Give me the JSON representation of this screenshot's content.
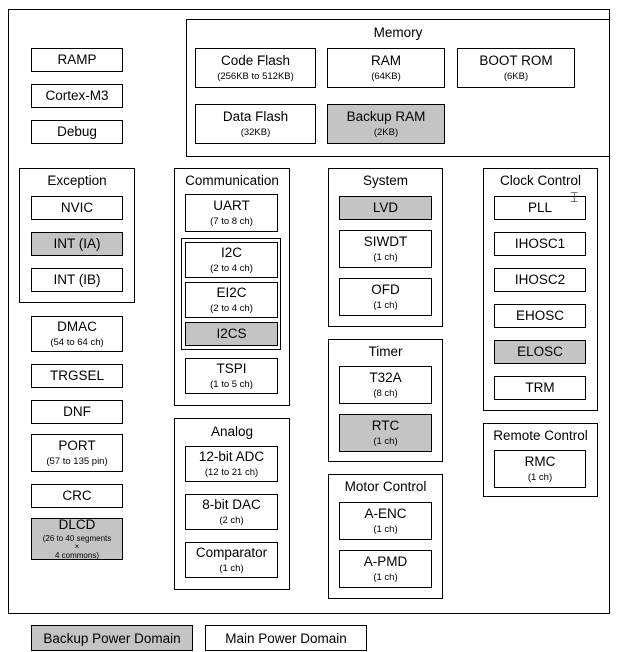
{
  "memory": {
    "title": "Memory",
    "code_flash": {
      "name": "Code Flash",
      "sub": "(256KB to 512KB)"
    },
    "ram": {
      "name": "RAM",
      "sub": "(64KB)"
    },
    "boot_rom": {
      "name": "BOOT ROM",
      "sub": "(6KB)"
    },
    "data_flash": {
      "name": "Data Flash",
      "sub": "(32KB)"
    },
    "backup_ram": {
      "name": "Backup RAM",
      "sub": "(2KB)"
    }
  },
  "core": {
    "ramp": "RAMP",
    "cortex": "Cortex-M3",
    "debug": "Debug"
  },
  "exception": {
    "title": "Exception",
    "nvic": "NVIC",
    "int_ia": "INT (IA)",
    "int_ib": "INT (IB)"
  },
  "misc": {
    "dmac": {
      "name": "DMAC",
      "sub": "(54 to 64 ch)"
    },
    "trgsel": "TRGSEL",
    "dnf": "DNF",
    "port": {
      "name": "PORT",
      "sub": "(57 to 135 pin)"
    },
    "crc": "CRC",
    "dlcd": {
      "name": "DLCD",
      "sub1": "(26 to 40 segments",
      "sub2": "×",
      "sub3": "4 commons)"
    }
  },
  "communication": {
    "title": "Communication",
    "uart": {
      "name": "UART",
      "sub": "(7 to 8 ch)"
    },
    "i2c": {
      "name": "I2C",
      "sub": "(2 to 4 ch)"
    },
    "ei2c": {
      "name": "EI2C",
      "sub": "(2 to 4 ch)"
    },
    "i2cs": "I2CS",
    "tspi": {
      "name": "TSPI",
      "sub": "(1 to 5 ch)"
    }
  },
  "analog": {
    "title": "Analog",
    "adc": {
      "name": "12-bit ADC",
      "sub": "(12 to 21 ch)"
    },
    "dac": {
      "name": "8-bit DAC",
      "sub": "(2 ch)"
    },
    "comparator": {
      "name": "Comparator",
      "sub": "(1 ch)"
    }
  },
  "system": {
    "title": "System",
    "lvd": "LVD",
    "siwdt": {
      "name": "SIWDT",
      "sub": "(1 ch)"
    },
    "ofd": {
      "name": "OFD",
      "sub": "(1 ch)"
    }
  },
  "timer": {
    "title": "Timer",
    "t32a": {
      "name": "T32A",
      "sub": "(8 ch)"
    },
    "rtc": {
      "name": "RTC",
      "sub": "(1 ch)"
    }
  },
  "motor": {
    "title": "Motor Control",
    "aenc": {
      "name": "A-ENC",
      "sub": "(1 ch)"
    },
    "apmd": {
      "name": "A-PMD",
      "sub": "(1 ch)"
    }
  },
  "clock": {
    "title": "Clock Control",
    "pll": "PLL",
    "ihosc1": "IHOSC1",
    "ihosc2": "IHOSC2",
    "ehosc": "EHOSC",
    "elosc": "ELOSC",
    "trm": "TRM"
  },
  "remote": {
    "title": "Remote Control",
    "rmc": {
      "name": "RMC",
      "sub": "(1 ch)"
    }
  },
  "legend": {
    "backup": "Backup Power Domain",
    "main": "Main Power Domain"
  },
  "colors": {
    "backup_domain": "#c4c4c4",
    "main_domain": "#ffffff"
  }
}
